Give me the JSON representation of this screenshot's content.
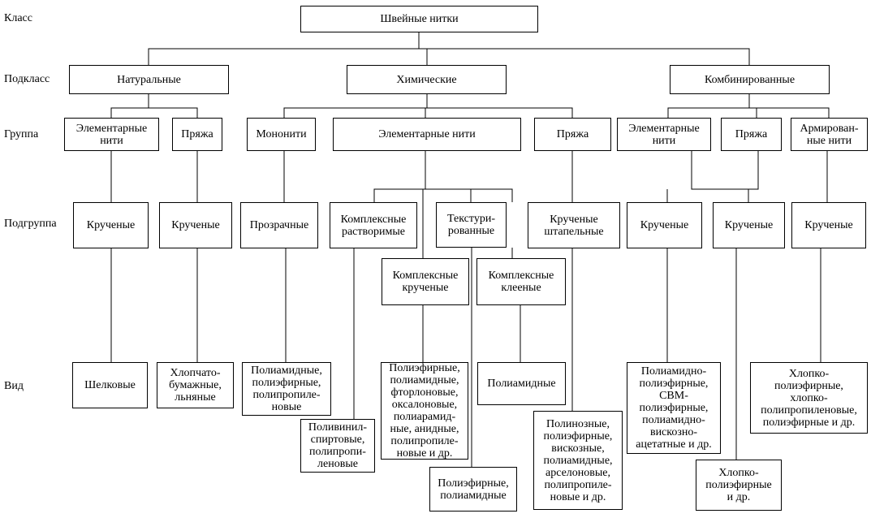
{
  "row_labels": {
    "class": "Класс",
    "subclass": "Подкласс",
    "group": "Группа",
    "subgroup": "Подгруппа",
    "kind": "Вид"
  },
  "nodes": {
    "root": "Швейные нитки",
    "natural": "Натуральные",
    "chemical": "Химические",
    "combined": "Комбинированные",
    "nat_elementary": "Элементарные\nнити",
    "nat_yarn": "Пряжа",
    "chem_monofil": "Мононити",
    "chem_elementary": "Элементарные нити",
    "chem_yarn": "Пряжа",
    "comb_elementary": "Элементарные\nнити",
    "comb_yarn": "Пряжа",
    "comb_reinforced": "Армирован-\nные нити",
    "sg_twisted_1": "Крученые",
    "sg_twisted_2": "Крученые",
    "sg_transparent": "Прозрачные",
    "sg_complex_soluble": "Комплексные\nрастворимые",
    "sg_textured": "Текстури-\nрованные",
    "sg_complex_twisted": "Комплексные\nкрученые",
    "sg_complex_glued": "Комплексные\nклееные",
    "sg_twisted_staple": "Крученые\nштапельные",
    "sg_twisted_3": "Крученые",
    "sg_twisted_4": "Крученые",
    "sg_twisted_5": "Крученые",
    "k_silk": "Шелковые",
    "k_cotton_linen": "Хлопчато-\nбумажные,\nльняные",
    "k_pa_pe_pp": "Полиамидные,\nполиэфирные,\nполипропиле-\nновые",
    "k_pva_pp": "Поливинил-\nспиртовые,\nполипропи-\nленовые",
    "k_many_chem": "Полиэфирные,\nполиамидные,\nфторлоновые,\nоксалоновые,\nполиарамид-\nные, анидные,\nполипропиле-\nновые  и др.",
    "k_pe_pa": "Полиэфирные,\nполиамидные",
    "k_pa": "Полиамидные",
    "k_polynosic": "Полинозные,\nполиэфирные,\nвискозные,\nполиамидные,\nарселоновые,\nполипропиле-\nновые  и др.",
    "k_comb_elem": "Полиамидно-\nполиэфирные,\nСВМ-\nполиэфирные,\nполиамидно-\nвискозно-\nацетатные и др.",
    "k_cotton_pe": "Хлопко-\nполиэфирные\nи др.",
    "k_reinforced": "Хлопко-\nполиэфирные,\nхлопко-\nполипропиленовые,\nполиэфирные и др."
  }
}
